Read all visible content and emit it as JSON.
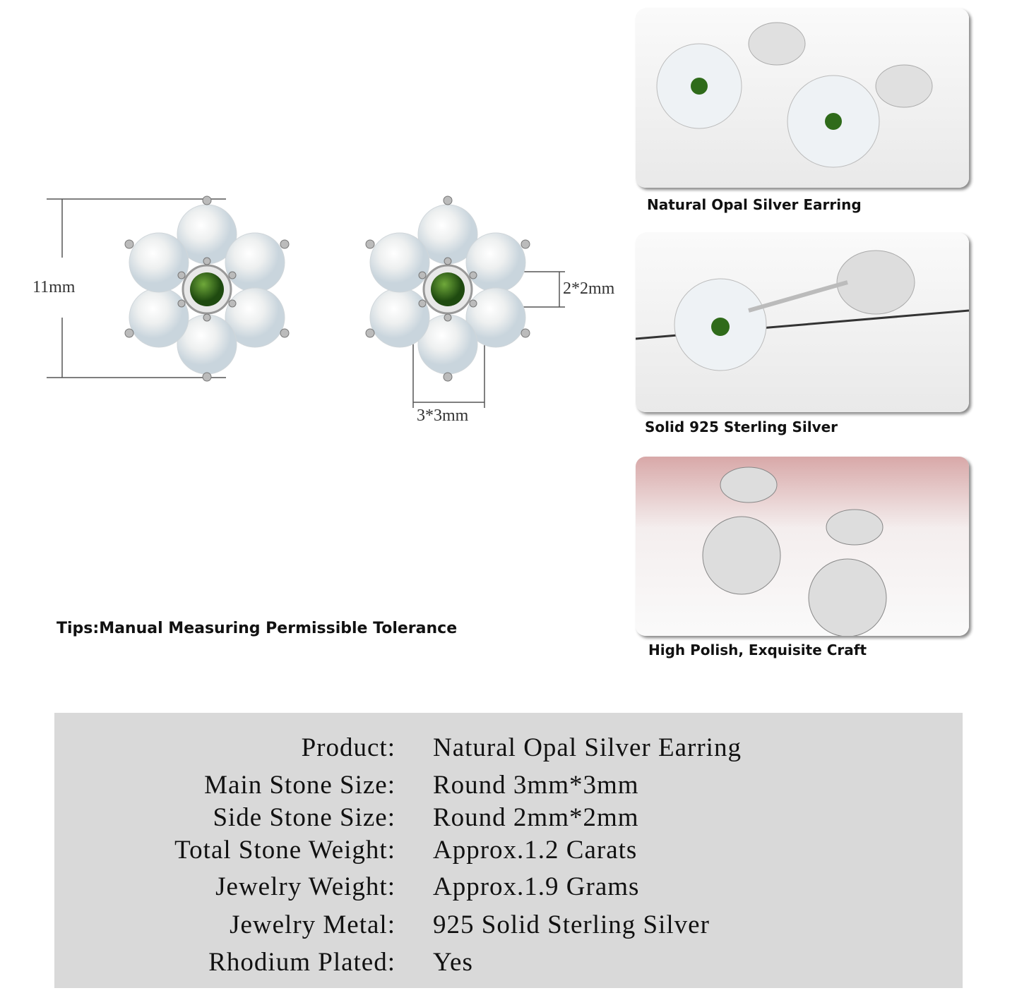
{
  "dimensions": {
    "height": "11mm",
    "side_stone": "2*2mm",
    "main_stone": "3*3mm"
  },
  "tips": "Tips:Manual Measuring Permissible Tolerance",
  "panels": [
    {
      "caption": "Natural Opal Silver Earring"
    },
    {
      "caption": "Solid 925 Sterling Silver"
    },
    {
      "caption": "High Polish, Exquisite Craft"
    }
  ],
  "specs": [
    {
      "label": "Product:",
      "value": "Natural Opal Silver Earring"
    },
    {
      "label": "Main Stone Size:",
      "value": "Round 3mm*3mm"
    },
    {
      "label": "Side Stone Size:",
      "value": "Round 2mm*2mm"
    },
    {
      "label": "Total Stone Weight:",
      "value": "Approx.1.2 Carats"
    },
    {
      "label": "Jewelry Weight:",
      "value": "Approx.1.9 Grams"
    },
    {
      "label": "Jewelry Metal:",
      "value": "925 Solid Sterling Silver"
    },
    {
      "label": "Rhodium Plated:",
      "value": "Yes"
    }
  ],
  "colors": {
    "table_bg": "#d9d9d9",
    "stone_center": "#2f6b1a",
    "opal": "#e8eef2"
  }
}
